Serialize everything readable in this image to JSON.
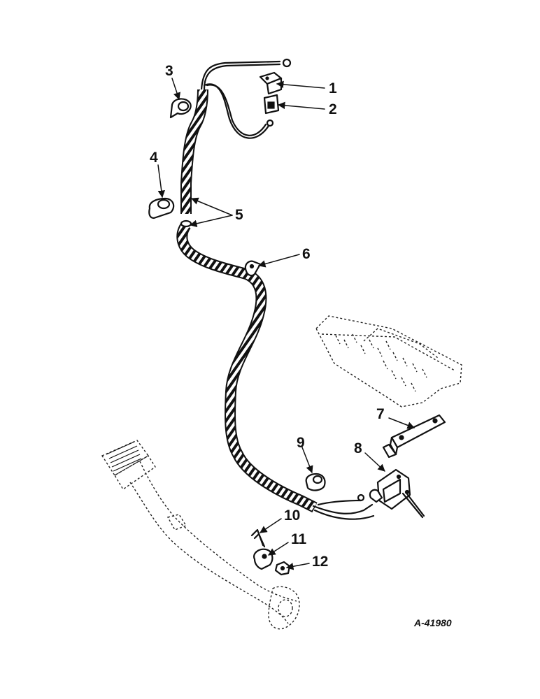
{
  "figure": {
    "id_label": "A-41980",
    "callouts": [
      "1",
      "2",
      "3",
      "4",
      "5",
      "6",
      "7",
      "8",
      "9",
      "10",
      "11",
      "12"
    ]
  },
  "colors": {
    "ink": "#111111",
    "paper": "#ffffff"
  }
}
